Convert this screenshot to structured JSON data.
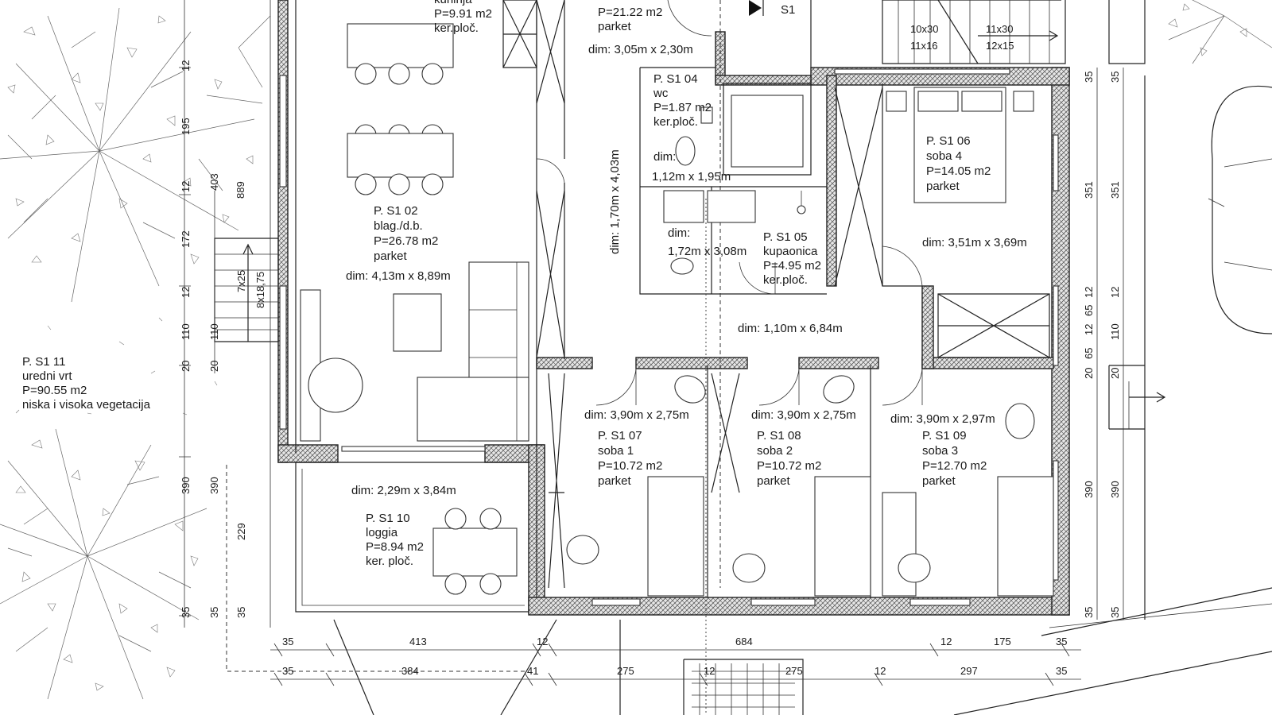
{
  "rooms": {
    "kuhinja": {
      "area": "P=9.91 m2",
      "floor": "ker.ploč.",
      "name": "kuhinja"
    },
    "hall_top": {
      "area": "P=21.22 m2",
      "floor": "parket",
      "dim": "dim: 3,05m x 2,30m"
    },
    "section_mark": "S1",
    "s102": {
      "id": "P. S1 02",
      "name": "blag./d.b.",
      "area": "P=26.78 m2",
      "floor": "parket",
      "dim": "dim: 4,13m x 8,89m"
    },
    "s104": {
      "id": "P. S1 04",
      "name": "wc",
      "area": "P=1.87 m2",
      "floor": "ker.ploč.",
      "dim_label": "dim:",
      "dim": "1,12m x 1,95m"
    },
    "s105": {
      "id": "P. S1 05",
      "name": "kupaonica",
      "area": "P=4.95 m2",
      "floor": "ker.ploč.",
      "dim_label": "dim:",
      "dim": "1,72m x 3,08m"
    },
    "s106": {
      "id": "P. S1 06",
      "name": "soba 4",
      "area": "P=14.05 m2",
      "floor": "parket",
      "dim": "dim: 3,51m x 3,69m"
    },
    "corridor_v": {
      "dim": "dim: 1,70m x 4,03m"
    },
    "corridor_h": {
      "dim": "dim: 1,10m x 6,84m"
    },
    "s107": {
      "id": "P. S1 07",
      "name": "soba 1",
      "area": "P=10.72 m2",
      "floor": "parket",
      "dim": "dim: 3,90m x 2,75m"
    },
    "s108": {
      "id": "P. S1 08",
      "name": "soba 2",
      "area": "P=10.72 m2",
      "floor": "parket",
      "dim": "dim: 3,90m x 2,75m"
    },
    "s109": {
      "id": "P. S1 09",
      "name": "soba 3",
      "area": "P=12.70 m2",
      "floor": "parket",
      "dim": "dim: 3,90m x 2,97m"
    },
    "s110": {
      "id": "P. S1 10",
      "name": "loggia",
      "area": "P=8.94 m2",
      "floor": "ker. ploč.",
      "dim": "dim: 2,29m x 3,84m"
    },
    "s111": {
      "id": "P. S1 11",
      "name": "uredni vrt",
      "area": "P=90.55 m2",
      "desc": "niska i visoka vegetacija"
    }
  },
  "stairs": {
    "steps_left": "7x25",
    "steps_right": "8x18,75",
    "top_a1": "10x30",
    "top_a2": "11x16",
    "top_b1": "11x30",
    "top_b2": "12x15"
  },
  "dims_left_outer": [
    "195",
    "403",
    "172",
    "110",
    "20",
    "390",
    "35"
  ],
  "dims_left_inner": [
    "12",
    "12",
    "889",
    "12",
    "110",
    "20",
    "390",
    "229",
    "35",
    "35"
  ],
  "dims_right_outer": [
    "35",
    "351",
    "12",
    "65",
    "12",
    "65",
    "20",
    "390",
    "35"
  ],
  "dims_right_inner": [
    "35",
    "351",
    "12",
    "110",
    "20",
    "390",
    "35"
  ],
  "dims_bottom_row1": [
    "35",
    "413",
    "12",
    "684",
    "12",
    "175",
    "35"
  ],
  "dims_bottom_row2": [
    "35",
    "384",
    "41",
    "275",
    "12",
    "275",
    "12",
    "297",
    "35"
  ]
}
